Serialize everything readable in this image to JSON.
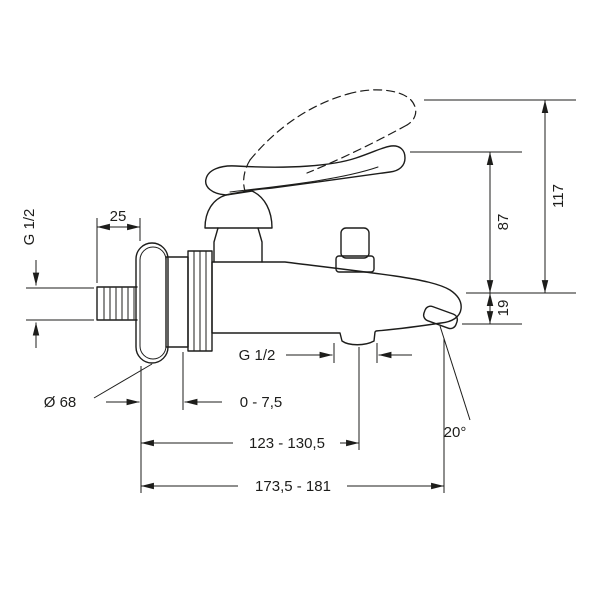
{
  "drawing": {
    "type": "technical-dimension-drawing",
    "subject": "wall-mounted single-lever bath mixer tap, side view",
    "background_color": "#ffffff",
    "line_color": "#1d1d1b",
    "labels": {
      "thread_left": "G 1/2",
      "wall_offset": "25",
      "height_total": "117",
      "height_spout": "87",
      "drop_aerator": "19",
      "thread_bottom": "G 1/2",
      "escutcheon_diameter": "Ø 68",
      "adjust_range": "0 - 7,5",
      "reach_mid": "123 - 130,5",
      "reach_total": "173,5 - 181",
      "aerator_angle": "20°"
    }
  }
}
